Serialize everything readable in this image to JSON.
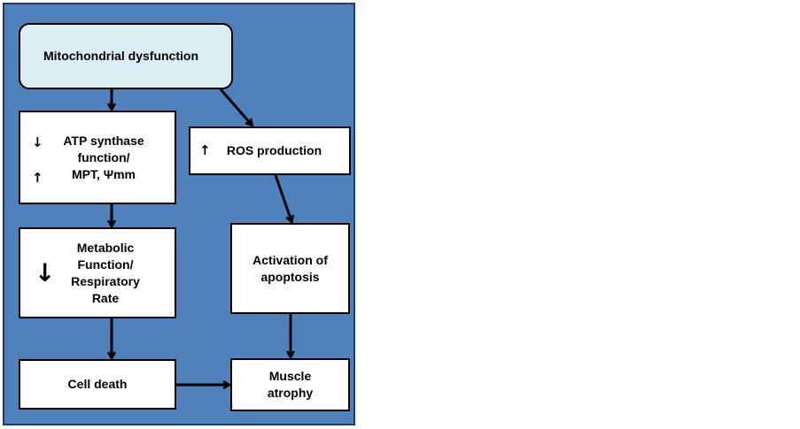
{
  "nodes": {
    "mito": {
      "label": "Mitochondrial dysfunction"
    },
    "atp": {
      "line1": "ATP synthase",
      "line2": "function/",
      "line3": "MPT, Ψmm",
      "arrow1": "↓",
      "arrow2": "↑"
    },
    "ros": {
      "label": "ROS production",
      "arrow": "↑"
    },
    "metabolic": {
      "line1": "Metabolic",
      "line2": "Function/",
      "line3": "Respiratory",
      "line4": "Rate",
      "arrow": "↓"
    },
    "apoptosis": {
      "line1": "Activation of",
      "line2": "apoptosis"
    },
    "celldeath": {
      "label": "Cell death"
    },
    "atrophy": {
      "line1": "Muscle",
      "line2": "atrophy"
    }
  },
  "edges": [
    [
      "mito",
      "atp"
    ],
    [
      "mito",
      "ros"
    ],
    [
      "atp",
      "metabolic"
    ],
    [
      "ros",
      "apoptosis"
    ],
    [
      "metabolic",
      "celldeath"
    ],
    [
      "apoptosis",
      "atrophy"
    ],
    [
      "celldeath",
      "atrophy"
    ]
  ],
  "colors": {
    "panel": "#4f81bd",
    "panel_border": "#1f3a63",
    "top_box_fill": "#dbeef4",
    "box_fill": "#ffffff",
    "line": "#000000"
  }
}
